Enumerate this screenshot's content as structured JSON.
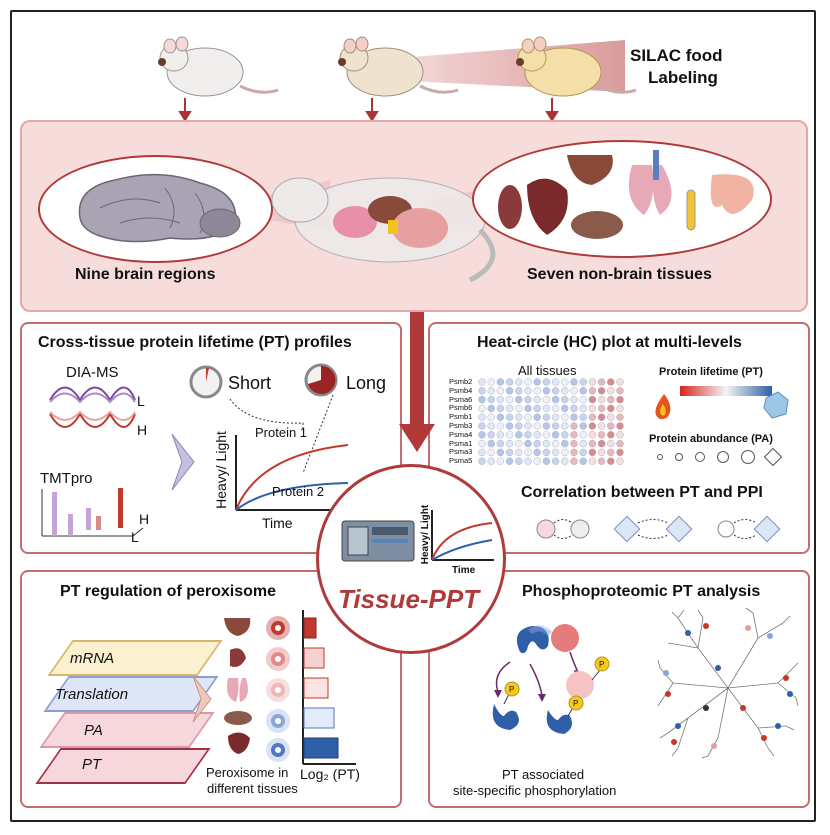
{
  "silac": {
    "line1": "SILAC food",
    "line2": "Labeling"
  },
  "brain_label": "Nine brain regions",
  "tissue_label": "Seven non-brain tissues",
  "panel_tl": {
    "title": "Cross-tissue protein lifetime (PT) profiles",
    "dia_ms": "DIA-MS",
    "tmtpro": "TMTpro",
    "L": "L",
    "H": "H",
    "short": "Short",
    "long": "Long",
    "protein1": "Protein 1",
    "protein2": "Protein 2",
    "ylabel": "Heavy/ Light",
    "xlabel": "Time"
  },
  "panel_tr": {
    "title": "Heat-circle (HC) plot at multi-levels",
    "all_tissues": "All tissues",
    "rows": [
      "Psmb2",
      "Psmb4",
      "Psma6",
      "Psmb6",
      "Psmb1",
      "Psmb3",
      "Psma4",
      "Psma1",
      "Psma3",
      "Psma5"
    ],
    "pt_label": "Protein lifetime (PT)",
    "pa_label": "Protein abundance (PA)",
    "corr_title": "Correlation between PT and PPI"
  },
  "center": {
    "title": "Tissue-PPT",
    "ylabel": "Heavy/ Light",
    "xlabel": "Time"
  },
  "panel_bl": {
    "title": "PT regulation of peroxisome",
    "layers": [
      "mRNA",
      "Translation",
      "PA",
      "PT"
    ],
    "caption1": "Peroxisome in",
    "caption2": "different tissues",
    "axis": "Log₂ (PT)"
  },
  "panel_br": {
    "title": "Phosphoproteomic PT analysis",
    "p": "P",
    "caption1": "PT associated",
    "caption2": "site-specific phosphorylation"
  },
  "colors": {
    "accent": "#b03a3a",
    "pink": "#f7dcdc",
    "blue": "#2e5fa8",
    "red": "#c0392b"
  }
}
